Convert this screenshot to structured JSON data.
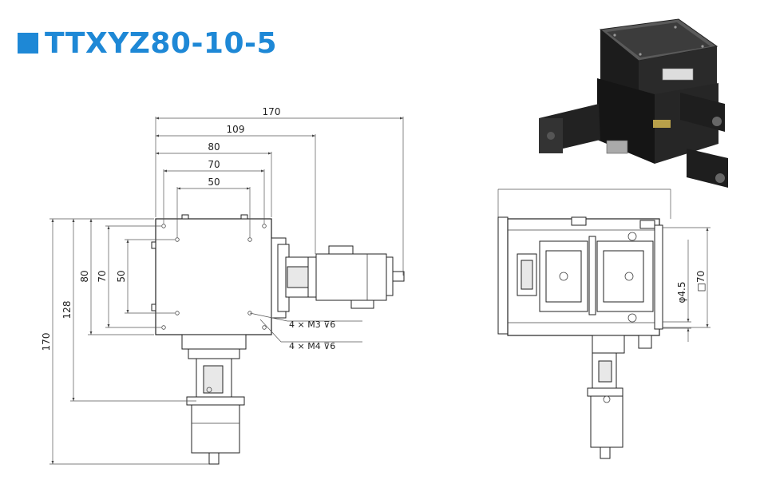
{
  "title": "TTXYZ80-10-5",
  "colors": {
    "accent": "#1e88d6",
    "line": "#222222"
  },
  "dimensions": {
    "top_170": "170",
    "top_109": "109",
    "top_80": "80",
    "top_70": "70",
    "top_50": "50",
    "left_170": "170",
    "left_128": "128",
    "left_80": "80",
    "left_70": "70",
    "left_50": "50",
    "side_d45": "φ4.5",
    "side_sq70": "□70"
  },
  "callouts": {
    "m3": "4  ×  M3  ⊽6",
    "m4": "4  ×  M4  ⊽6"
  },
  "photo": {
    "icon": "xyz-stage-photo"
  }
}
